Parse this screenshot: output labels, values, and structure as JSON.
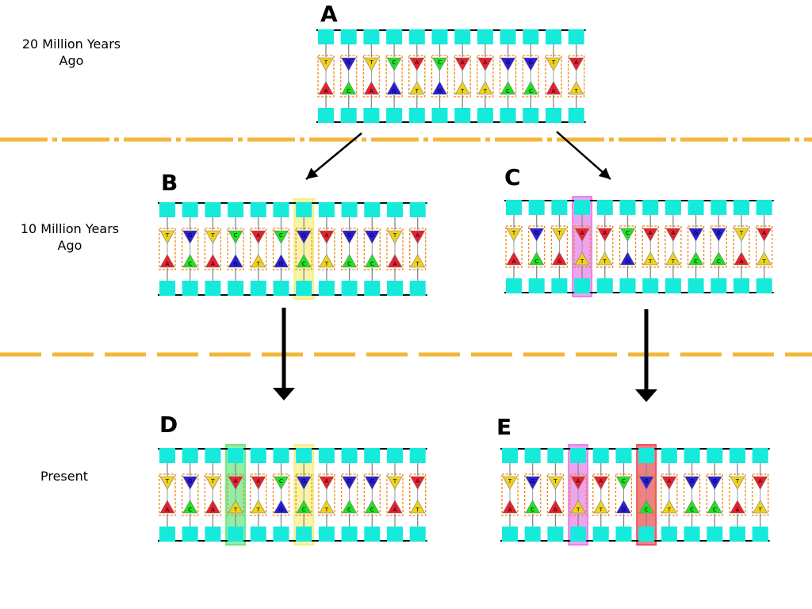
{
  "time_labels": {
    "t20": [
      "20 Million Years",
      "Ago"
    ],
    "t10": [
      "10 Million Years",
      "Ago"
    ],
    "t0": [
      "Present"
    ]
  },
  "colors": {
    "A": "#e8202e",
    "T": "#f0d21a",
    "C": "#22e022",
    "G": "#2a1ed6",
    "sugar": "#16eadb",
    "backbone": "#111111",
    "hbond": "#f08a1a",
    "timeline": "#f3b73a",
    "highlight_yellow": "#f5f08a",
    "highlight_pink": "#e884e8",
    "highlight_green": "#6ee886",
    "highlight_red": "#e8555e"
  },
  "panels": [
    {
      "id": "A",
      "label": "A",
      "top": [
        "T",
        "G",
        "T",
        "C",
        "A",
        "C",
        "A",
        "A",
        "G",
        "G",
        "T",
        "A"
      ],
      "bottom": [
        "A",
        "C",
        "A",
        "G",
        "T",
        "G",
        "T",
        "T",
        "C",
        "C",
        "A",
        "T"
      ],
      "highlights": []
    },
    {
      "id": "B",
      "label": "B",
      "top": [
        "T",
        "G",
        "T",
        "C",
        "A",
        "C",
        "G",
        "A",
        "G",
        "G",
        "T",
        "A"
      ],
      "bottom": [
        "A",
        "C",
        "A",
        "G",
        "T",
        "G",
        "C",
        "T",
        "C",
        "C",
        "A",
        "T"
      ],
      "highlights": [
        {
          "column": 7,
          "color": "highlight_yellow"
        }
      ]
    },
    {
      "id": "C",
      "label": "C",
      "top": [
        "T",
        "G",
        "T",
        "A",
        "A",
        "C",
        "A",
        "A",
        "G",
        "G",
        "T",
        "A"
      ],
      "bottom": [
        "A",
        "C",
        "A",
        "T",
        "T",
        "G",
        "T",
        "T",
        "C",
        "C",
        "A",
        "T"
      ],
      "highlights": [
        {
          "column": 4,
          "color": "highlight_pink"
        }
      ]
    },
    {
      "id": "D",
      "label": "D",
      "top": [
        "T",
        "G",
        "T",
        "A",
        "A",
        "C",
        "G",
        "A",
        "G",
        "G",
        "T",
        "A"
      ],
      "bottom": [
        "A",
        "C",
        "A",
        "T",
        "T",
        "G",
        "C",
        "T",
        "C",
        "C",
        "A",
        "T"
      ],
      "highlights": [
        {
          "column": 4,
          "color": "highlight_green"
        },
        {
          "column": 7,
          "color": "highlight_yellow"
        }
      ]
    },
    {
      "id": "E",
      "label": "E",
      "top": [
        "T",
        "G",
        "T",
        "A",
        "A",
        "C",
        "G",
        "A",
        "G",
        "G",
        "T",
        "A"
      ],
      "bottom": [
        "A",
        "C",
        "A",
        "T",
        "T",
        "G",
        "C",
        "T",
        "C",
        "C",
        "A",
        "T"
      ],
      "highlights": [
        {
          "column": 4,
          "color": "highlight_pink"
        },
        {
          "column": 7,
          "color": "highlight_red"
        }
      ]
    }
  ],
  "arrows": [
    {
      "from": "A",
      "to": "B",
      "style": "thin"
    },
    {
      "from": "A",
      "to": "C",
      "style": "thin"
    },
    {
      "from": "B",
      "to": "D",
      "style": "thick"
    },
    {
      "from": "C",
      "to": "E",
      "style": "thick"
    }
  ]
}
